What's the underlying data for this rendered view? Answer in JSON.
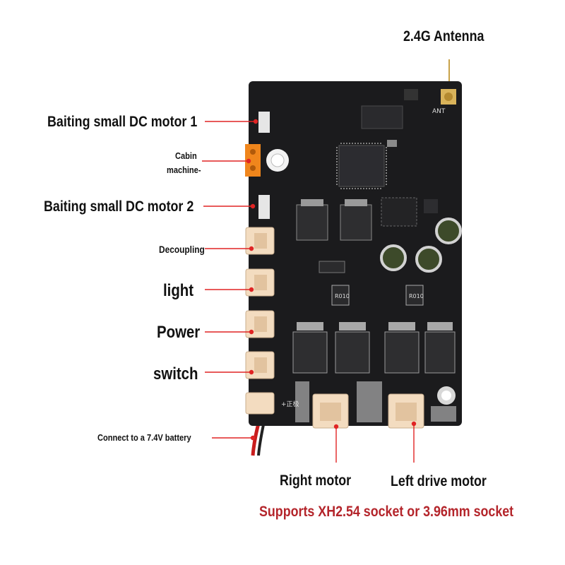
{
  "labels": {
    "antenna": "2.4G Antenna",
    "bait_motor_1": "Baiting small DC motor 1",
    "cabin_line1": "Cabin",
    "cabin_line2": "machine-",
    "bait_motor_2": "Baiting small DC motor 2",
    "decoupling": "Decoupling",
    "light": "light",
    "power": "Power",
    "switch": "switch",
    "battery": "Connect to a 7.4V battery",
    "right_motor": "Right motor",
    "left_motor": "Left drive motor"
  },
  "note": "Supports XH2.54 socket or 3.96mm socket",
  "board_silkscreen": {
    "ant": "ANT",
    "r010_a": "R010",
    "r010_b": "R010",
    "plus_pole": "+正极"
  },
  "colors": {
    "board": "#1b1b1d",
    "connector": "#f3dcc0",
    "callout_line": "#e02424",
    "note_text": "#b4252b",
    "orange_header": "#f0861c"
  }
}
